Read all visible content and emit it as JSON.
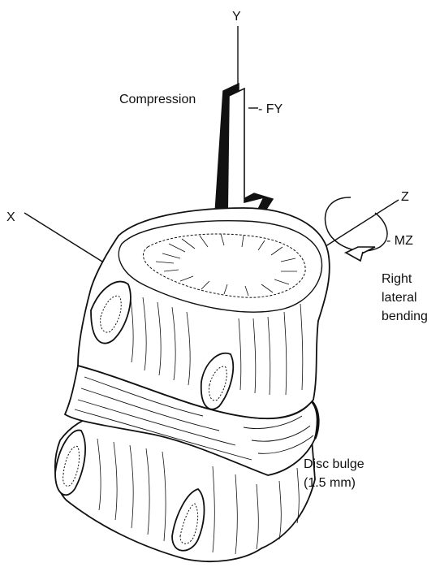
{
  "labels": {
    "axis_y": "Y",
    "axis_x": "X",
    "axis_z": "Z",
    "compression": "Compression",
    "force_y": "- FY",
    "moment_z": "- MZ",
    "bending_line1": "Right",
    "bending_line2": "lateral",
    "bending_line3": "bending",
    "bulge_line1": "Disc bulge",
    "bulge_line2": "(1.5 mm)"
  },
  "colors": {
    "ink": "#111111",
    "background": "#ffffff"
  }
}
